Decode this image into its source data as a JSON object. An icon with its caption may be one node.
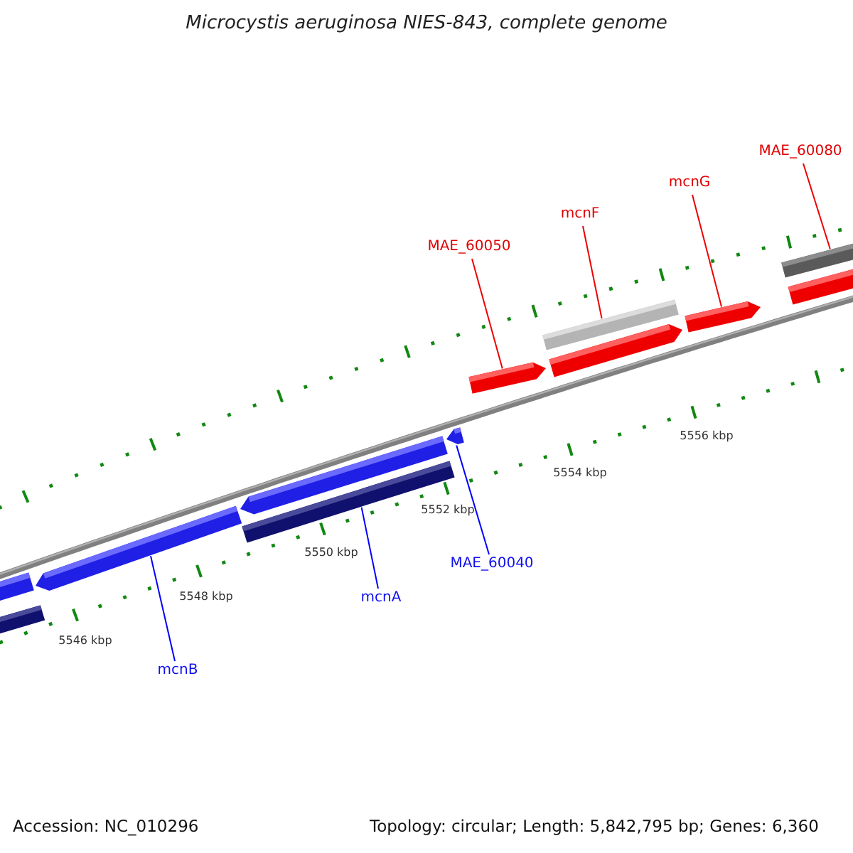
{
  "diagram": {
    "title": "Microcystis aeruginosa NIES-843, complete genome",
    "nodes": [
      {
        "text": [
          "MAE_60080"
        ]
      },
      {
        "text": [
          "mcnG"
        ]
      },
      {
        "text": [
          "mcnF"
        ]
      },
      {
        "text": [
          "MAE_60050"
        ]
      },
      {
        "text": [
          "MAE_60040"
        ]
      },
      {
        "text": [
          "mcnA"
        ]
      },
      {
        "text": [
          "mcnB"
        ]
      },
      {
        "text": [],
        "shape": "bar"
      },
      {
        "text": [],
        "shape": "bar"
      },
      {
        "text": [],
        "shape": "arrow"
      },
      {
        "text": [],
        "shape": "arrow"
      },
      {
        "text": [],
        "shape": "bar"
      },
      {
        "text": [],
        "shape": "arrow"
      },
      {
        "text": [],
        "shape": "arrow"
      },
      {
        "text": [],
        "shape": "bar"
      },
      {
        "text": [],
        "shape": "arrow"
      },
      {
        "text": [],
        "shape": "arrow"
      },
      {
        "text": [],
        "shape": "bar"
      },
      {
        "text": [],
        "shape": "bar"
      }
    ],
    "edges": [
      {
        "from": 0,
        "to": 17,
        "arrow": "none"
      },
      {
        "from": 1,
        "to": 16,
        "arrow": "none"
      },
      {
        "from": 2,
        "to": 14,
        "arrow": "none"
      },
      {
        "from": 3,
        "to": 13,
        "arrow": "none"
      },
      {
        "from": 4,
        "to": 12,
        "arrow": "none",
        "color": "#0000ff"
      },
      {
        "from": 5,
        "to": 11,
        "arrow": "none",
        "color": "#0000ff"
      },
      {
        "from": 6,
        "to": 9,
        "arrow": "none",
        "color": "#0000ff"
      }
    ],
    "labels": [
      "5546 kbp",
      "5548 kbp",
      "5550 kbp",
      "5552 kbp",
      "5554 kbp",
      "5556 kbp",
      "Accession: NC_010296",
      "Topology: circular; Length: 5,842,795 bp; Genes: 6,360"
    ]
  }
}
